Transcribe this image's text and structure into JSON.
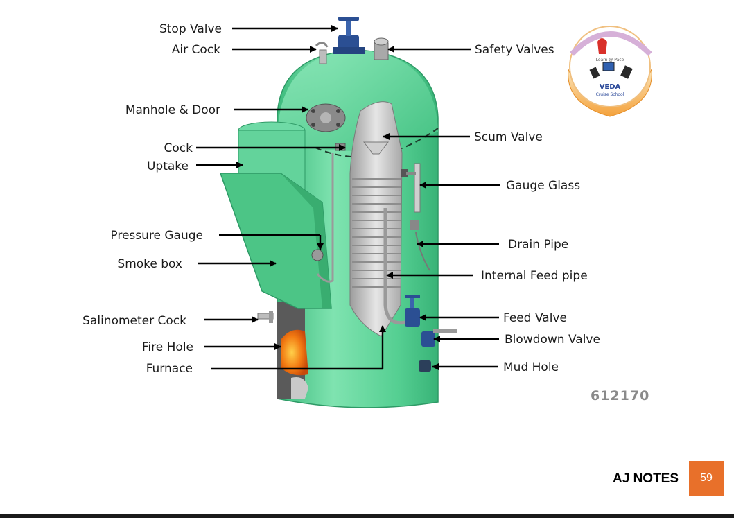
{
  "labels": {
    "stop_valve": "Stop Valve",
    "air_cock": "Air Cock",
    "safety_valves": "Safety Valves",
    "manhole_door": "Manhole & Door",
    "scum_valve": "Scum Valve",
    "cock": "Cock",
    "uptake": "Uptake",
    "gauge_glass": "Gauge Glass",
    "pressure_gauge": "Pressure Gauge",
    "drain_pipe": "Drain Pipe",
    "smoke_box": "Smoke box",
    "internal_feed_pipe": "Internal Feed pipe",
    "salinometer_cock": "Salinometer Cock",
    "feed_valve": "Feed Valve",
    "fire_hole": "Fire Hole",
    "blowdown_valve": "Blowdown Valve",
    "furnace": "Furnace",
    "mud_hole": "Mud Hole"
  },
  "figure_code": "612170",
  "logo": {
    "text": "VEDA",
    "subtext": "Cruise School",
    "top_text": "Learn @ Pace"
  },
  "footer": {
    "notes": "AJ NOTES",
    "page_number": "59"
  },
  "colors": {
    "boiler": "#5ed39b",
    "accent": "#e8702a",
    "valve": "#2b4f93"
  }
}
